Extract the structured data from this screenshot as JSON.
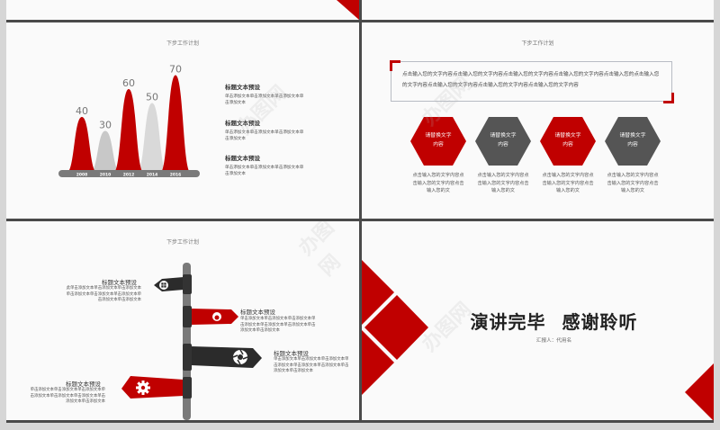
{
  "colors": {
    "accent_red": "#c00000",
    "dark_gray": "#555555",
    "light_gray": "#c8c8c8",
    "lighter_gray": "#d9d9d9",
    "divider": "#4a4a4a",
    "page_bg": "#fafafa",
    "margin_bg": "#d6d6d6"
  },
  "slide_chart": {
    "subtitle": "下步工作计划",
    "descriptions": [
      {
        "title": "标题文本预设",
        "text": "单击添加文本单击添加文本单击添加文本单击添加文本"
      },
      {
        "title": "标题文本预设",
        "text": "单击添加文本单击添加文本单击添加文本单击添加文本"
      },
      {
        "title": "标题文本预设",
        "text": "单击添加文本单击添加文本单击添加文本单击添加文本"
      }
    ]
  },
  "chart_data": {
    "type": "bar",
    "title": "",
    "categories": [
      "2008",
      "2010",
      "2012",
      "2014",
      "2016"
    ],
    "values": [
      40,
      30,
      60,
      50,
      70
    ],
    "bar_colors": [
      "#c00000",
      "#c8c8c8",
      "#c00000",
      "#d9d9d9",
      "#c00000"
    ],
    "xlabel": "",
    "ylabel": "",
    "ylim": [
      0,
      80
    ],
    "grid": false,
    "legend": "none",
    "style": "bell-shaped peaks on a rounded gray baseline"
  },
  "slide_hex": {
    "subtitle": "下步工作计划",
    "frame_text": "点击输入您的文字内容点击输入您的文字内容点击输入您的文字内容点击输入您的文字内容点击输入您的点击输入您的文字内容点击输入您的文字内容点击输入您的文字内容点击输入您的文字内容",
    "hexagons": [
      {
        "label_line1": "请替换文字",
        "label_line2": "内容",
        "color": "#c00000",
        "desc": "点击输入您的文字内容点击输入您的文字内容点击输入您的文"
      },
      {
        "label_line1": "请替换文字",
        "label_line2": "内容",
        "color": "#555555",
        "desc": "点击输入您的文字内容点击输入您的文字内容点击输入您的文"
      },
      {
        "label_line1": "请替换文字",
        "label_line2": "内容",
        "color": "#c00000",
        "desc": "点击输入您的文字内容点击输入您的文字内容点击输入您的文"
      },
      {
        "label_line1": "请替换文字",
        "label_line2": "内容",
        "color": "#555555",
        "desc": "点击输入您的文字内容点击输入您的文字内容点击输入您的文"
      }
    ]
  },
  "slide_sign": {
    "subtitle": "下步工作计划",
    "signs": [
      {
        "title": "标题文本预设",
        "text": "此单击添加文本单击添加文本单击添加文本单击添加文本单击添加文本单击添加文本单击添加文本单击添加文本",
        "icon": "windows-icon",
        "color": "#2b2b2b",
        "direction": "left"
      },
      {
        "title": "标题文本预设",
        "text": "单击添加文本单击添加文本单击添加文本单击添加文本单击添加文本单击添加文本单击添加文本单击添加文本",
        "icon": "apple-icon",
        "color": "#c00000",
        "direction": "right"
      },
      {
        "title": "标题文本预设",
        "text": "单击添加文本单击添加文本单击添加文本单击添加文本单击添加文本单击添加文本单击添加文本单击添加文本",
        "icon": "aperture-icon",
        "color": "#2b2b2b",
        "direction": "right"
      },
      {
        "title": "标题文本预设",
        "text": "单击添加文本单击添加文本单击添加文本单击添加文本单击添加文本单击添加文本单击添加文本单击添加文本",
        "icon": "gear-icon",
        "color": "#c00000",
        "direction": "left"
      }
    ]
  },
  "slide_end": {
    "title_part1": "演讲完毕",
    "title_part2": "感谢聆听",
    "reporter": "汇报人：代用名"
  },
  "watermark_text": "办图网"
}
